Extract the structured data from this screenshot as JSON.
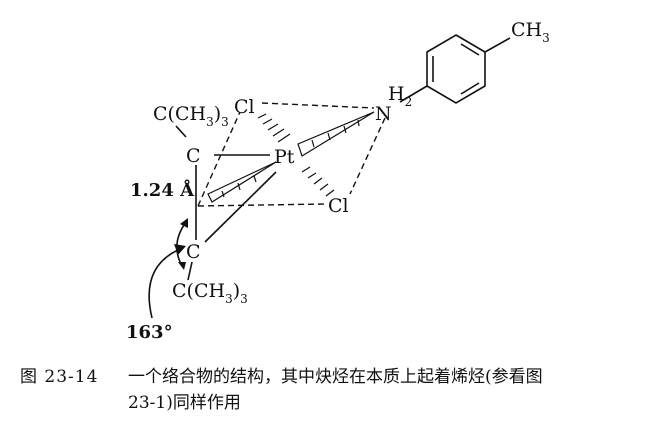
{
  "figure": {
    "labels": {
      "ch3": "CH",
      "ch3_sub": "3",
      "nh2_h": "H",
      "nh2_sub": "2",
      "nh2_n": "N",
      "cl_top": "Cl",
      "cl_bottom": "Cl",
      "pt": "Pt",
      "c_upper": "C",
      "c_lower": "C",
      "tbu_upper_a": "C(CH",
      "tbu_upper_sub": "3",
      "tbu_upper_b": ")",
      "tbu_upper_sub2": "3",
      "tbu_lower_a": "C(CH",
      "tbu_lower_sub": "3",
      "tbu_lower_b": ")",
      "tbu_lower_sub2": "3",
      "bond_length": "1.24 Å",
      "angle": "163°"
    }
  },
  "caption": {
    "label": "图 23-14",
    "line1": "一个络合物的结构，其中炔烃在本质上起着烯烃(参看图",
    "line2": "23-1)同样作用"
  }
}
